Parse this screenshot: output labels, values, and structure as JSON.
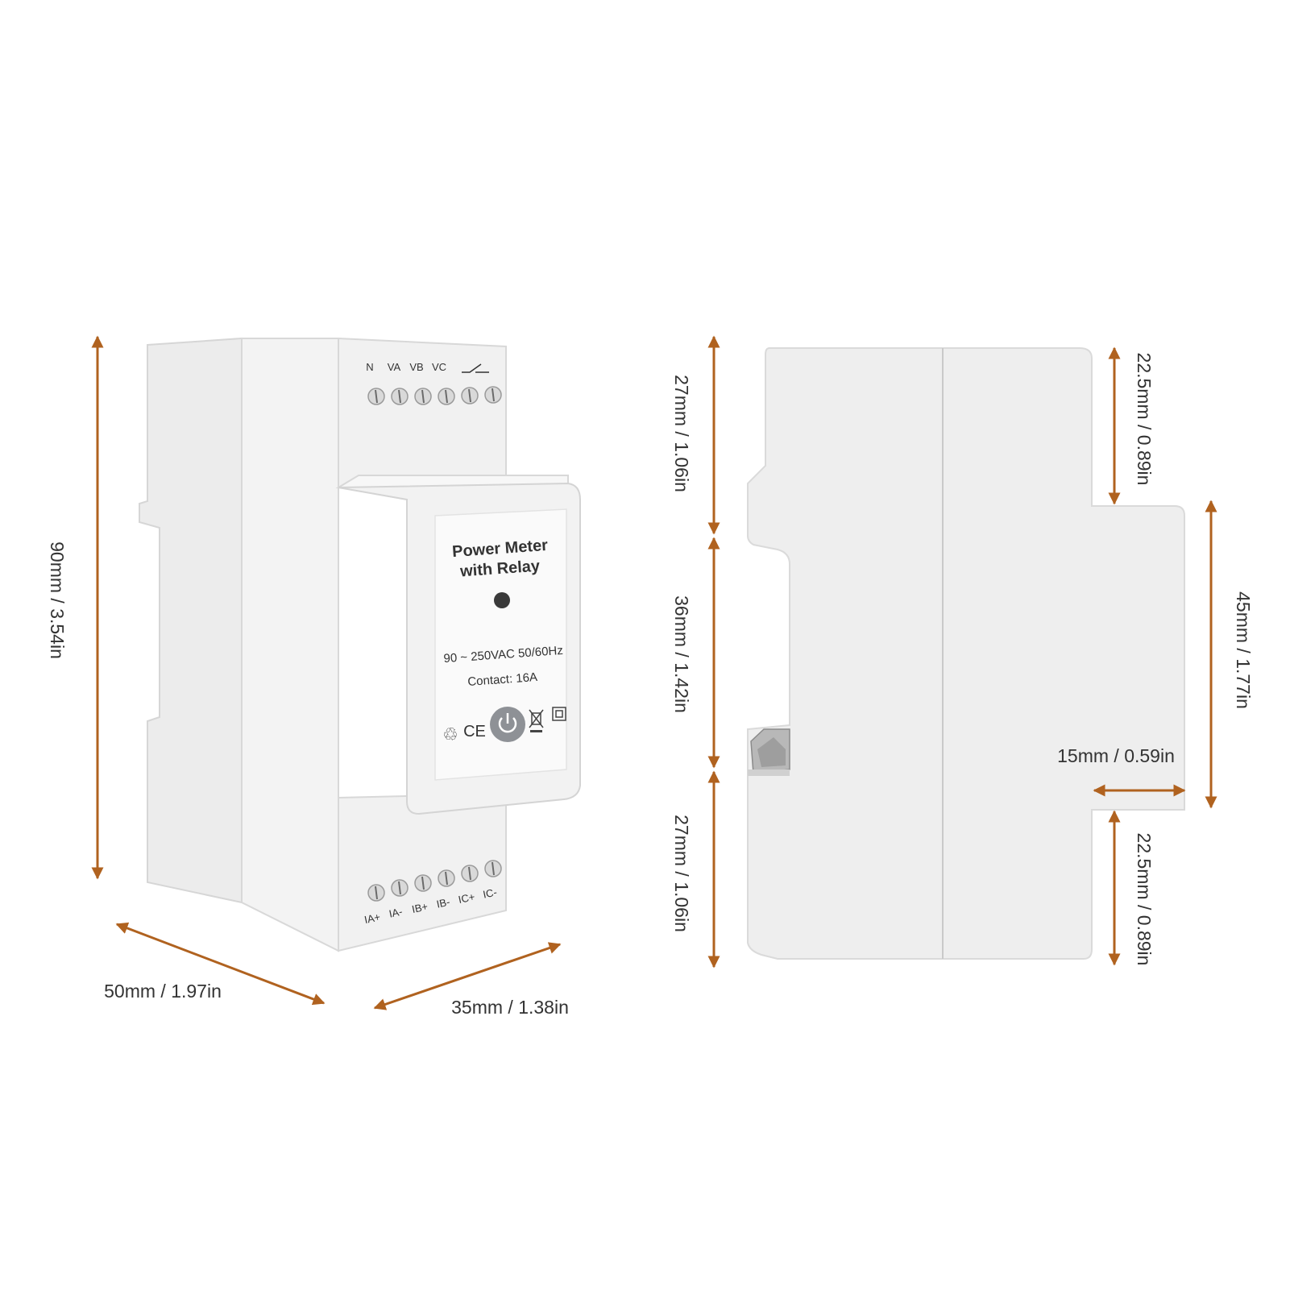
{
  "colors": {
    "arrow": "#b0621f",
    "body": "#eeeeee",
    "label_bg": "#fafafa",
    "text": "#333333"
  },
  "device": {
    "top_terminals": [
      "N",
      "VA",
      "VB",
      "VC"
    ],
    "bottom_terminals": [
      "IA+",
      "IA-",
      "IB+",
      "IB-",
      "IC+",
      "IC-"
    ],
    "label_title_line1": "Power Meter",
    "label_title_line2": "with Relay",
    "voltage": "90 ~ 250VAC 50/60Hz",
    "contact": "Contact: 16A",
    "symbols": [
      "recycle-icon",
      "ce-mark-icon",
      "power-button-icon",
      "weee-bin-icon",
      "double-insulation-icon"
    ]
  },
  "dimensions": {
    "height": "90mm / 3.54in",
    "width": "50mm / 1.97in",
    "depth": "35mm / 1.38in",
    "side_top": "27mm / 1.06in",
    "side_middle": "36mm / 1.42in",
    "side_bottom": "27mm / 1.06in",
    "right_top": "22.5mm / 0.89in",
    "right_middle": "45mm / 1.77in",
    "right_step": "15mm / 0.59in",
    "right_bottom": "22.5mm / 0.89in"
  }
}
